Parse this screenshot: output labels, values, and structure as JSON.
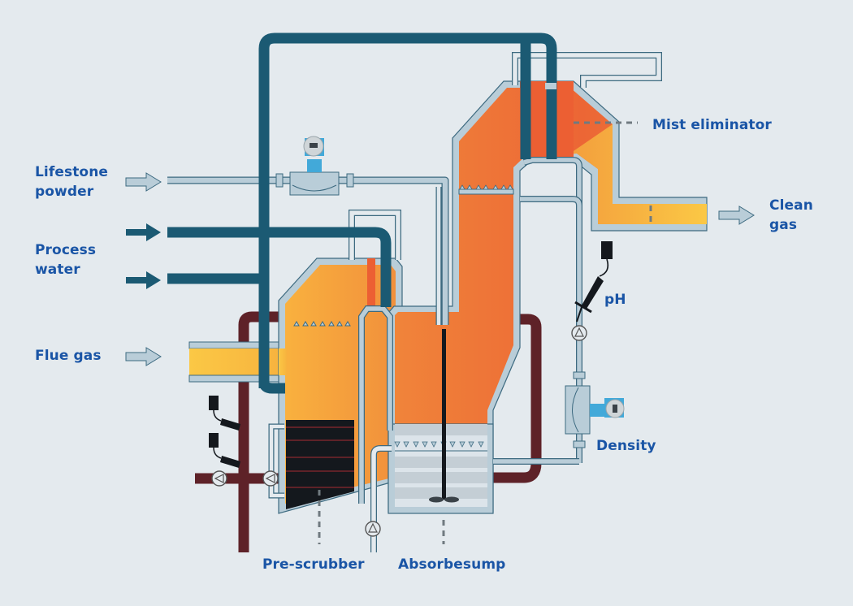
{
  "title": "Flue gas desulfurization process diagram",
  "labels": {
    "limestone_line1": "Lifestone",
    "limestone_line2": "powder",
    "process_water_line1": "Process",
    "process_water_line2": "water",
    "flue_gas": "Flue gas",
    "mist_eliminator": "Mist eliminator",
    "clean_gas_line1": "Clean",
    "clean_gas_line2": "gas",
    "ph": "pH",
    "density": "Density",
    "pre_scrubber": "Pre-scrubber",
    "absorber_sump": "Absorbesump"
  },
  "colors": {
    "background": "#e4eaee",
    "label_text": "#1a55a6",
    "process_water_pipe": "#1b5a73",
    "recirculation_pipe": "#5e2228",
    "steel_wall": "#b9cdd8",
    "wall_outline": "#3d6a80",
    "gas_yellow": "#fbc43f",
    "gas_orange": "#f3a23e",
    "gas_red_orange": "#ec6635",
    "slurry_black": "#14181d",
    "sump_grey": "#c4ced5",
    "instrument_blue": "#42a9d9"
  }
}
